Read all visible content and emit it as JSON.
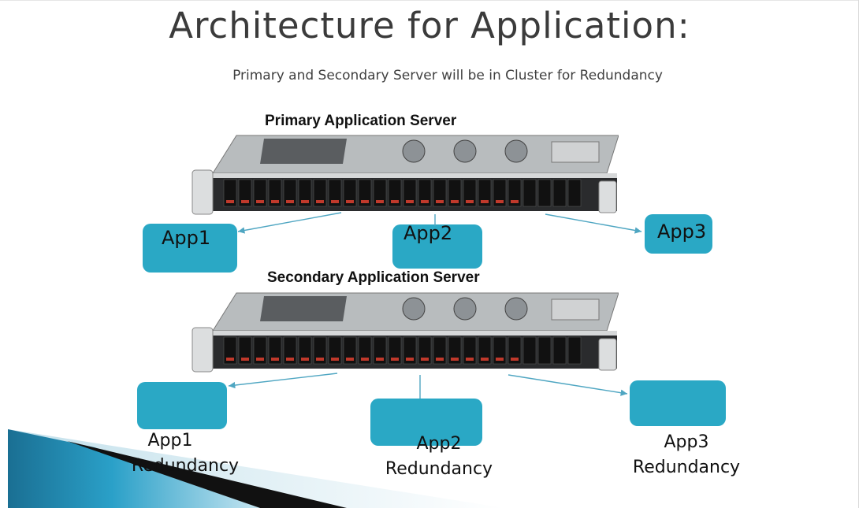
{
  "slide": {
    "title": "Architecture for Application:",
    "subtitle": "Primary and Secondary Server will be in Cluster for Redundancy"
  },
  "primary": {
    "title": "Primary Application Server",
    "apps": [
      "App1",
      "App2",
      "App3"
    ]
  },
  "secondary": {
    "title": "Secondary Application Server",
    "apps": [
      {
        "line1": "App1",
        "line2": "Redundancy"
      },
      {
        "line1": "App2",
        "line2": "Redundancy"
      },
      {
        "line1": "App3",
        "line2": "Redundancy"
      }
    ]
  },
  "colors": {
    "app_box": "#2aa8c5",
    "connector": "#4fa6c2",
    "corner_accent": "#1a8fb4"
  },
  "icons": {
    "server": "rack-server-icon"
  }
}
